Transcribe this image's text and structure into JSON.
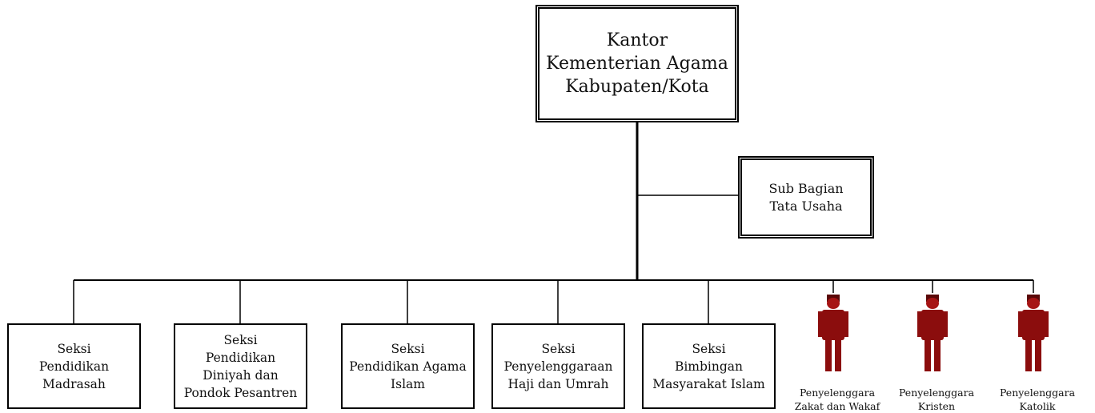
{
  "head_office": "Kantor\nKementerian Agama\nKabupaten/Kota",
  "support_unit": "Sub Bagian\nTata Usaha",
  "sections": [
    "Seksi\nPendidikan\nMadrasah",
    "Seksi\nPendidikan\nDiniyah dan\nPondok Pesantren",
    "Seksi\nPendidikan Agama\nIslam",
    "Seksi\nPenyelenggaraan\nHaji dan Umrah",
    "Seksi\nBimbingan\nMasyarakat Islam"
  ],
  "officers": [
    {
      "label": "Penyelenggara\nZakat dan Wakaf",
      "icon": "person-icon"
    },
    {
      "label": "Penyelenggara\nKristen",
      "icon": "person-icon"
    },
    {
      "label": "Penyelenggara\nKatolik",
      "icon": "person-icon"
    }
  ],
  "colors": {
    "line": "#000000",
    "person_body": "#8b0d0d",
    "person_head": "#a61414"
  }
}
